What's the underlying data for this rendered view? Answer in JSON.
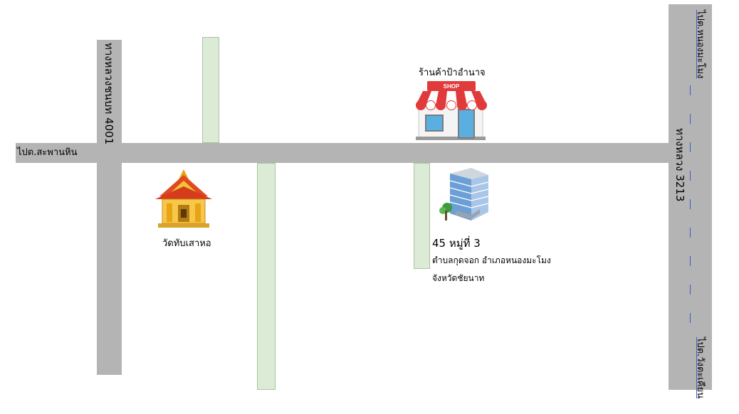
{
  "roads": {
    "main_west_label": "ไปต.สะพานหิน",
    "road_4001_label": "ทางหลวงชนบท 4001",
    "road_3213_label": "ทางหลวง 3213",
    "to_north_label": "ไปต.หนองมะโมง",
    "to_south_label": "ไปต.วังตะเคียน"
  },
  "places": {
    "shop_name": "ร้านค้าป้าอำนาจ",
    "shop_sign": "SHOP",
    "temple_name": "วัดทับเสาหอ",
    "address_line1": "45 หมู่ที่ 3",
    "address_line2": "ตำบลกุดจอก อำเภอหนองมะโมง",
    "address_line3": "จังหวัดชัยนาท"
  },
  "colors": {
    "road": "#b4b4b4",
    "lane": "#dcebd6",
    "dash": "#3a5fc8"
  }
}
